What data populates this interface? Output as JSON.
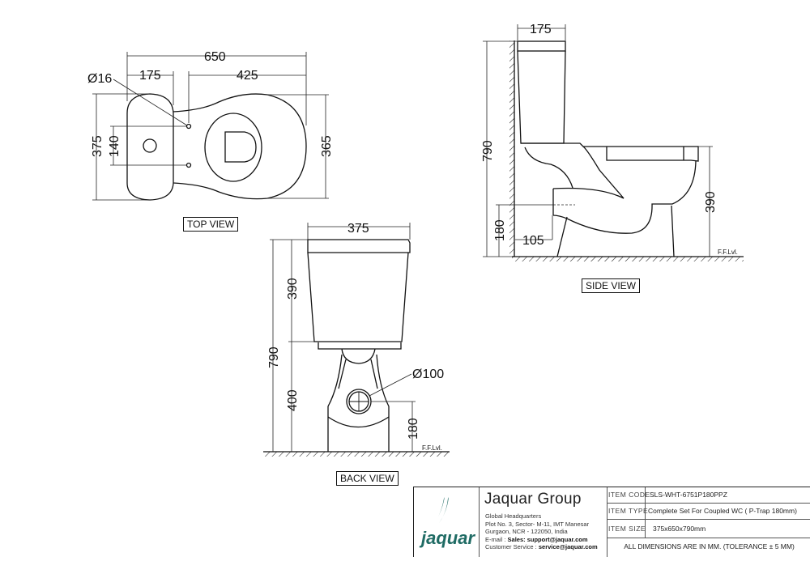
{
  "document": {
    "type": "technical-drawing",
    "product": "Coupled WC P-Trap 180mm"
  },
  "views": {
    "top": {
      "label": "TOP VIEW",
      "dimensions": {
        "overall_length": "650",
        "tank_depth": "175",
        "bowl_length": "425",
        "overall_width": "375",
        "fixing_hole_spacing": "140",
        "bowl_width": "365",
        "fixing_hole_dia": "Ø16"
      }
    },
    "side": {
      "label": "SIDE VIEW",
      "dimensions": {
        "tank_depth": "175",
        "overall_height": "790",
        "outlet_height": "180",
        "outlet_offset": "105",
        "seat_height": "390"
      },
      "floor_label": "F.F.Lvl."
    },
    "back": {
      "label": "BACK VIEW",
      "dimensions": {
        "tank_width": "375",
        "overall_height": "790",
        "tank_height": "390",
        "bowl_height": "400",
        "outlet_dia": "Ø100",
        "outlet_height": "180"
      },
      "floor_label": "F.F.Lvl."
    }
  },
  "title_block": {
    "logo_text": "jaquar",
    "brand_color": "#1f6b64",
    "company": "Jaquar Group",
    "address_lines": [
      "Global Headquarters",
      "Plot No. 3, Sector- M-11, IMT Manesar",
      "Gurgaon, NCR - 122050, India"
    ],
    "email_label": "E-mail :",
    "email_value": "Sales: support@jaquar.com",
    "service_label": "Customer Service :",
    "service_value": "service@jaquar.com",
    "items": [
      {
        "key": "ITEM  CODE",
        "value": "SLS-WHT-6751P180PPZ"
      },
      {
        "key": "ITEM  TYPE",
        "value": "Complete Set For Coupled WC ( P-Trap 180mm)"
      },
      {
        "key": "ITEM  SIZE",
        "value": "375x650x790mm"
      }
    ],
    "note": "ALL DIMENSIONS ARE IN MM. (TOLERANCE ± 5 MM)"
  }
}
